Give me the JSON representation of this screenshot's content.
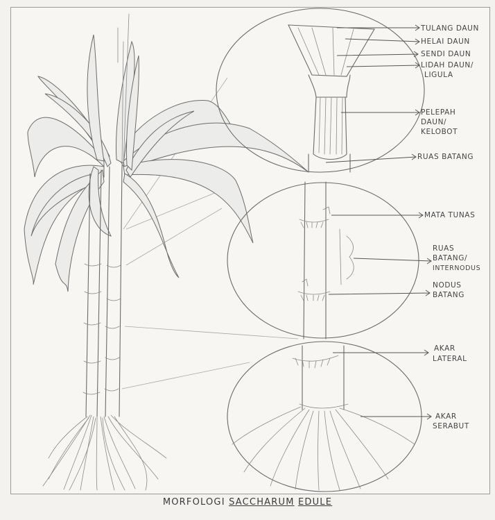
{
  "title": {
    "prefix": "MORFOLOGI",
    "genus": "SACCHARUM",
    "species": "EDULE"
  },
  "labels": {
    "tulang_daun": "TULANG DAUN",
    "helai_daun": "HELAI DAUN",
    "sendi_daun": "SENDI DAUN",
    "lidah_daun_1": "LIDAH DAUN/",
    "lidah_daun_2": "LIGULA",
    "pelepah_1": "PELEPAH",
    "pelepah_2": "DAUN/",
    "pelepah_3": "KELOBOT",
    "ruas_batang_top": "RUAS BATANG",
    "mata_tunas": "MATA TUNAS",
    "internodus_1": "RUAS",
    "internodus_2": "BATANG/",
    "internodus_3": "INTERNODUS",
    "nodus_1": "NODUS",
    "nodus_2": "BATANG",
    "akar_lateral_1": "AKAR",
    "akar_lateral_2": "LATERAL",
    "akar_serabut_1": "AKAR",
    "akar_serabut_2": "SERABUT"
  },
  "colors": {
    "paper": "#f4f2ef",
    "pencil": "#6a6a6a"
  }
}
